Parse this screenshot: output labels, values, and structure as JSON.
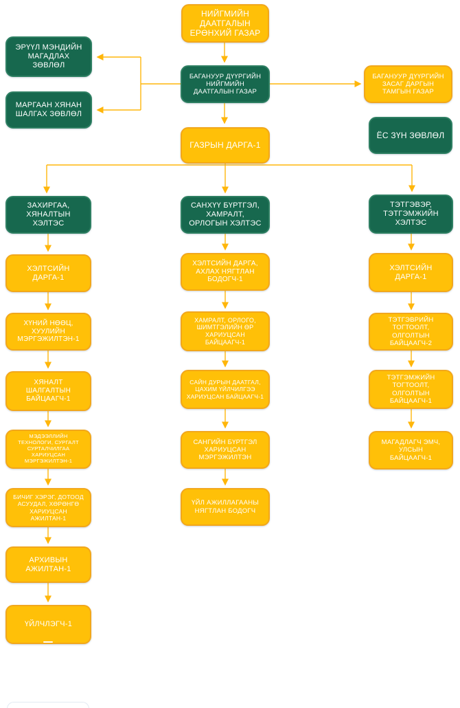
{
  "diagram": {
    "type": "org-chart",
    "language": "Mongolian",
    "colors": {
      "green_box": "#17684E",
      "green_border": "#2E7F62",
      "gold_box": "#FFC008",
      "gold_border": "#F2A71B",
      "connector": "#FFB60A",
      "text": "#FFFFFF"
    },
    "nodes": {
      "hq": {
        "label": "НИЙГМИЙН\nДААТГАЛЫН\nЕРӨНХИЙ ГАЗАР"
      },
      "branch": {
        "label": "БАГАНУУР ДҮҮРГИЙН\nНИЙГМИЙН\nДААТГАЛЫН ГАЗАР"
      },
      "health_council": {
        "label": "ЭРҮҮЛ МЭНДИЙН\nМАГАДЛАХ\nЗӨВЛӨЛ"
      },
      "dispute_council": {
        "label": "МАРГААН ХЯНАН\nШАЛГАХ ЗӨВЛӨЛ"
      },
      "governor_office": {
        "label": "БАГАНУУР ДҮҮРГИЙН\nЗАСАГ ДАРГЫН\nТАМГЫН ГАЗАР"
      },
      "ethics_council": {
        "label": "ЁС ЗҮН ЗӨВЛӨЛ"
      },
      "director": {
        "label": "ГАЗРЫН ДАРГА-1"
      },
      "dept_admin": {
        "label": "ЗАХИРГАА,\nХЯНАЛТЫН\nХЭЛТЭС"
      },
      "dept_finance": {
        "label": "САНХҮҮ БҮРТГЭЛ,\nХАМРАЛТ,\nОРЛОГЫН ХЭЛТЭС"
      },
      "dept_pension": {
        "label": "ТЭТГЭВЭР,\nТЭТГЭМЖИЙН\nХЭЛТЭС"
      },
      "admin_head": {
        "label": "ХЭЛТСИЙН\nДАРГА-1"
      },
      "admin_hr": {
        "label": "ХҮНИЙ НӨӨЦ,\nХУУЛИЙН\nМЭРГЭЖИЛТЭН-1"
      },
      "admin_inspector": {
        "label": "ХЯНАЛТ\nШАЛГАЛТЫН\nБАЙЦААГЧ-1"
      },
      "admin_it": {
        "label": "МЭДЭЭЛЛИЙН\nТЕХНОЛОГИ, СУРГАЛТ\nСУРТАЛЧИЛГАА\nХАРИУЦСАН\nМЭРГЭЖИЛТЭН-1"
      },
      "admin_clerk": {
        "label": "БИЧИГ ХЭРЭГ, ДОТООД\nАСУУДАЛ, ХӨРӨНГӨ\nХАРИУЦСАН АЖИЛТАН-1"
      },
      "admin_archive": {
        "label": "АРХИВЫН\nАЖИЛТАН-1"
      },
      "admin_cleaner": {
        "label": "ҮЙЛЧЛЭГЧ-1"
      },
      "fin_head": {
        "label": "ХЭЛТСИЙН ДАРГА,\nАХЛАХ НЯГТЛАН\nБОДОГЧ-1"
      },
      "fin_coverage": {
        "label": "ХАМРАЛТ, ОРЛОГО,\nШИМТГЭЛИЙН ӨР\nХАРИУЦСАН\nБАЙЦААГЧ-1"
      },
      "fin_voluntary": {
        "label": "САЙН ДУРЫН ДААТГАЛ,\nЦАХИМ ҮЙЛЧИЛГЭЭ\nХАРИУЦСАН БАЙЦААГЧ-1"
      },
      "fin_fund": {
        "label": "САНГИЙН БҮРТГЭЛ\nХАРИУЦСАН\nМЭРГЭЖИЛТЭН"
      },
      "fin_accountant": {
        "label": "ҮЙЛ АЖИЛЛАГААНЫ\nНЯГТЛАН БОДОГЧ"
      },
      "pen_head": {
        "label": "ХЭЛТСИЙН\nДАРГА-1"
      },
      "pen_pension": {
        "label": "ТЭТГЭВРИЙН\nТОГТООЛТ,\nОЛГОЛТЫН\nБАЙЦААГЧ-2"
      },
      "pen_benefit": {
        "label": "ТЭТГЭМЖИЙН\nТОГТООЛТ,\nОЛГОЛТЫН\nБАЙЦААГЧ-1"
      },
      "pen_doctor": {
        "label": "МАГАДЛАГЧ ЭМЧ,\nУЛСЫН\nБАЙЦААГЧ-1"
      }
    }
  }
}
